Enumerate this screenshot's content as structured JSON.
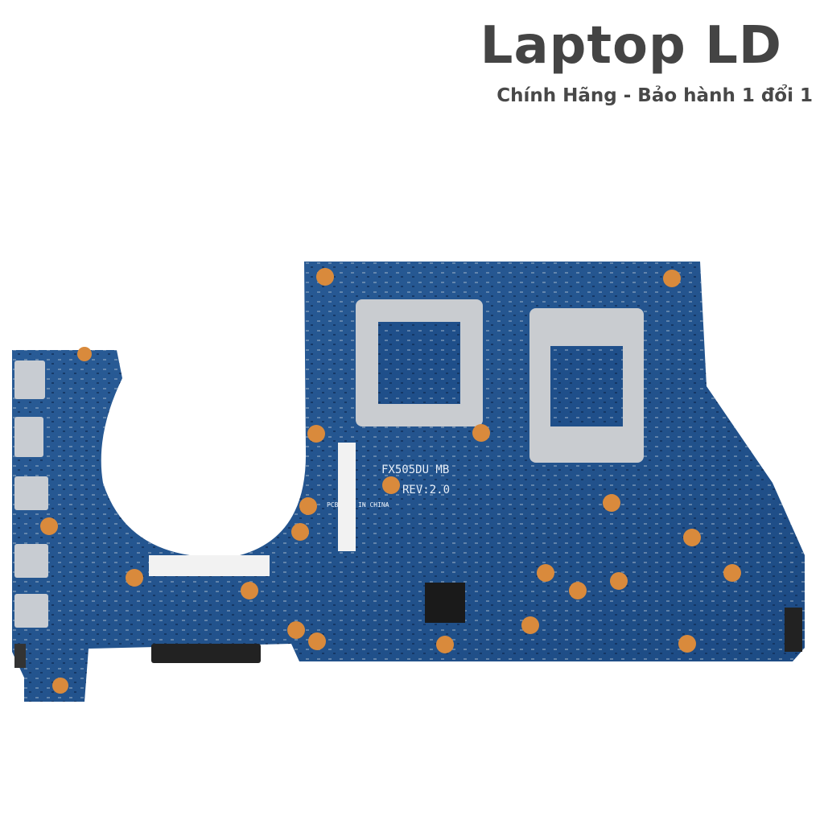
{
  "brand": {
    "title": "Laptop LD",
    "tagline": "Chính Hãng - Bảo hành 1 đổi 1"
  },
  "board": {
    "model_label": "FX505DU MB",
    "revision_label": "REV:2.0",
    "origin_label": "IN CHINA",
    "pcb_label": "PCB",
    "colors": {
      "pcb": "#1f4f8a",
      "pads": "#d98a3c",
      "bracket": "#c9ccd0",
      "chip": "#1a1a1a"
    }
  }
}
